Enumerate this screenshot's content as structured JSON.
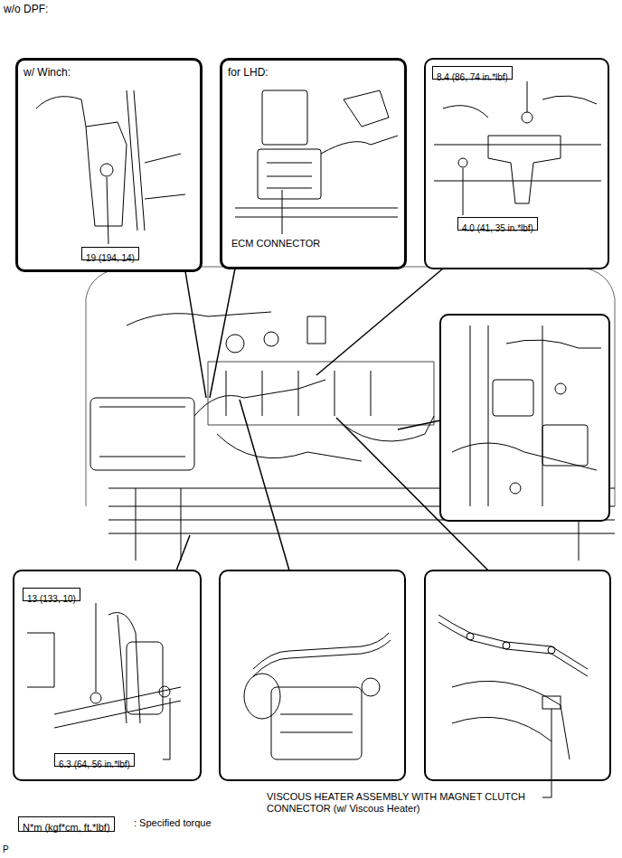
{
  "diagram": {
    "title": "w/o DPF:",
    "nodes": [
      {
        "text": [
          "w/ Winch:"
        ]
      },
      {
        "text": [
          "19 (194, 14)"
        ],
        "in": 0
      },
      {
        "text": [
          "for LHD:",
          "ECM CONNECTOR"
        ]
      },
      {
        "text": [
          "8.4 (86, 74 in.*lbf)"
        ]
      },
      {
        "text": [
          "4.0 (41, 35 in.*lbf)"
        ]
      },
      {
        "text": [
          "13 (133, 10)"
        ]
      },
      {
        "text": [
          "6.3 (64, 56 in.*lbf)"
        ]
      },
      {
        "text": [
          "N*m (kgf*cm, ft.*lbf)"
        ]
      }
    ],
    "labels": [
      "VISCOUS HEATER ASSEMBLY WITH MAGNET CLUTCH CONNECTOR (w/ Viscous Heater)",
      ": Specified torque",
      "P"
    ]
  }
}
